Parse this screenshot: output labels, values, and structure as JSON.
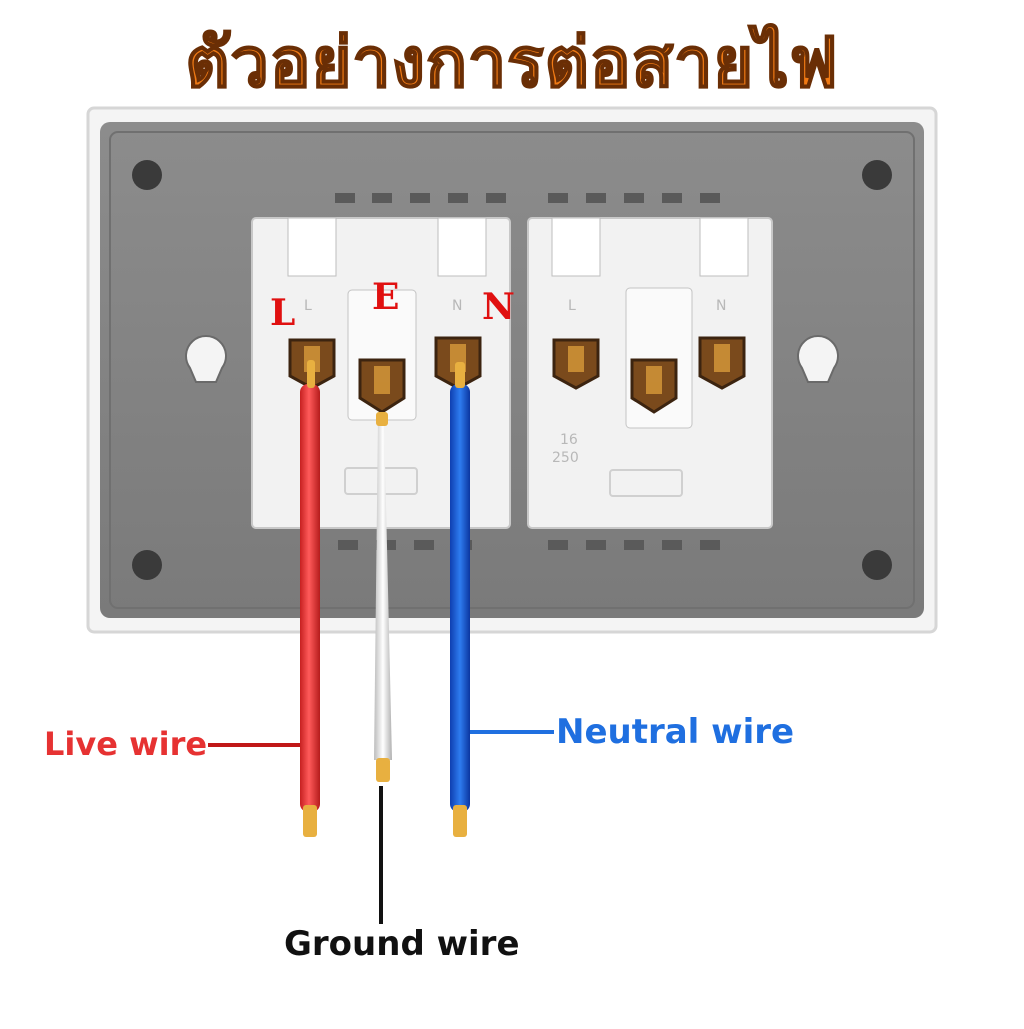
{
  "title": "ตัวอย่างการต่อสายไฟ",
  "terminals": {
    "live": "L",
    "earth": "E",
    "neutral": "N"
  },
  "socket_marks": {
    "left": {
      "live": "L",
      "neutral": "N"
    },
    "right": {
      "live": "L",
      "neutral": "N",
      "rating_amps": "16",
      "rating_volts": "250"
    }
  },
  "wires": {
    "live": {
      "label": "Live wire",
      "color": "#e63232"
    },
    "ground": {
      "label": "Ground wire",
      "color": "#111111"
    },
    "neutral": {
      "label": "Neutral wire",
      "color": "#1f6fe0"
    }
  },
  "colors": {
    "title": "#f07a14",
    "terminal_letters": "#e01010",
    "plate": "#8a8a8a",
    "socket_body": "#f2f2f2",
    "wire_core": "#e8b040"
  }
}
